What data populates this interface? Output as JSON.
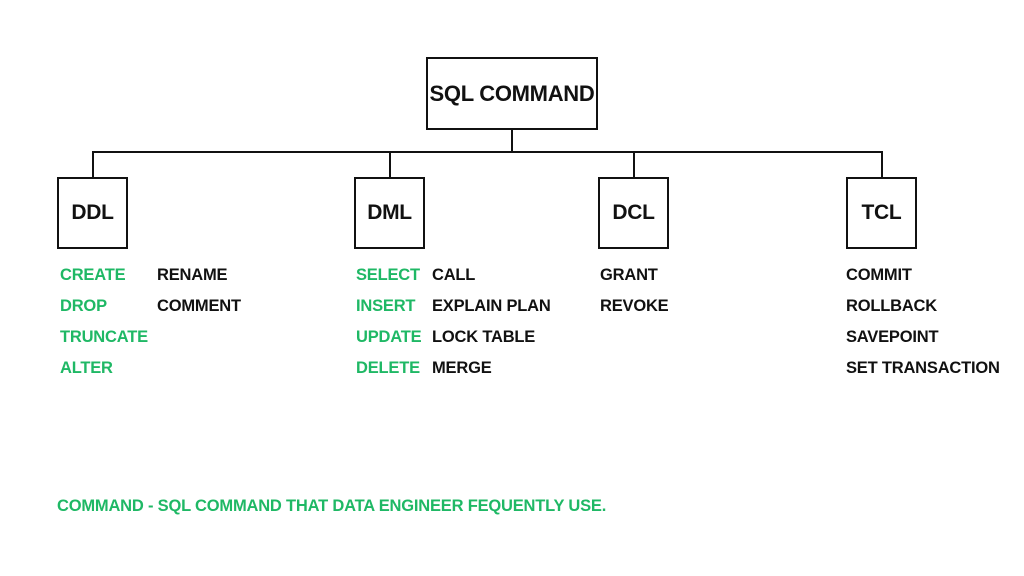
{
  "root": "SQL COMMAND",
  "categories": [
    {
      "name": "DDL",
      "primary": [
        "CREATE",
        "DROP",
        "TRUNCATE",
        "ALTER"
      ],
      "secondary": [
        "RENAME",
        "COMMENT"
      ]
    },
    {
      "name": "DML",
      "primary": [
        "SELECT",
        "INSERT",
        "UPDATE",
        "DELETE"
      ],
      "secondary": [
        "CALL",
        "EXPLAIN PLAN",
        "LOCK TABLE",
        "MERGE"
      ]
    },
    {
      "name": "DCL",
      "primary": [],
      "secondary": [
        "GRANT",
        "REVOKE"
      ]
    },
    {
      "name": "TCL",
      "primary": [],
      "secondary": [
        "COMMIT",
        "ROLLBACK",
        "SAVEPOINT",
        "SET TRANSACTION"
      ]
    }
  ],
  "note": "COMMAND - SQL COMMAND THAT DATA ENGINEER FEQUENTLY USE.",
  "colors": {
    "primary": "#1fb865",
    "secondary": "#111111"
  }
}
